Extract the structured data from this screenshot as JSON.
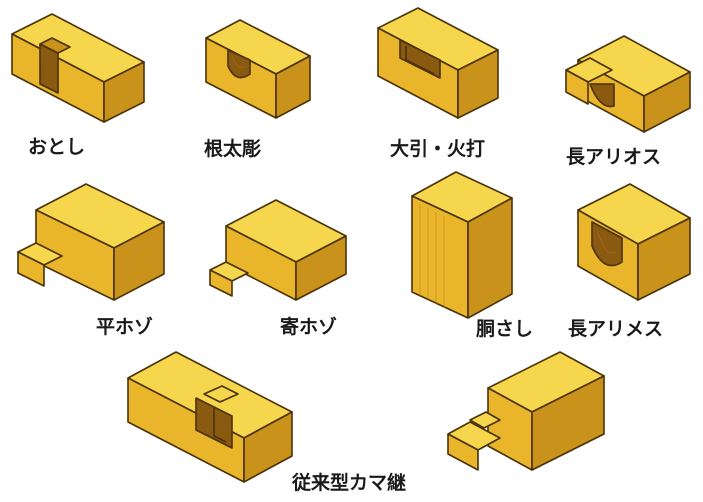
{
  "joints": [
    {
      "id": "otoshi",
      "label": "おとし"
    },
    {
      "id": "nedabori",
      "label": "根太彫"
    },
    {
      "id": "obiki-hiuchi",
      "label": "大引・火打"
    },
    {
      "id": "nagari-osu",
      "label": "長アリオス"
    },
    {
      "id": "hira-hozo",
      "label": "平ホゾ"
    },
    {
      "id": "yose-hozo",
      "label": "寄ホゾ"
    },
    {
      "id": "dosashi",
      "label": "胴さし"
    },
    {
      "id": "nagari-mesu",
      "label": "長アリメス"
    },
    {
      "id": "kama-tsugi",
      "label": "従来型カマ継"
    }
  ],
  "colors": {
    "wood_top": "#f6d64c",
    "wood_front": "#e9b52a",
    "wood_side": "#c9921a",
    "outline": "#4a3208"
  }
}
